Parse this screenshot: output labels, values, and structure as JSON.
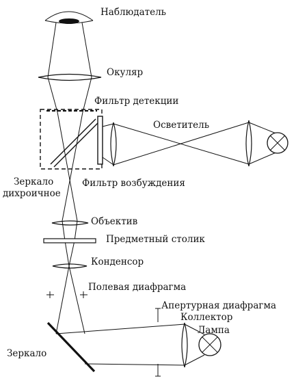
{
  "labels": {
    "observer": "Наблюдатель",
    "eyepiece": "Окуляр",
    "detection_filter": "Фильтр детекции",
    "illuminator": "Осветитель",
    "dichroic_mirror_1": "Зеркало",
    "dichroic_mirror_2": "дихроичное",
    "excitation_filter": "Фильтр возбуждения",
    "objective": "Объектив",
    "stage": "Предметный столик",
    "condenser": "Конденсор",
    "field_diaphragm": "Полевая диафрагма",
    "aperture_diaphragm": "Апертурная диафрагма",
    "collector": "Коллектор",
    "lamp": "Лампа",
    "mirror": "Зеркало"
  }
}
